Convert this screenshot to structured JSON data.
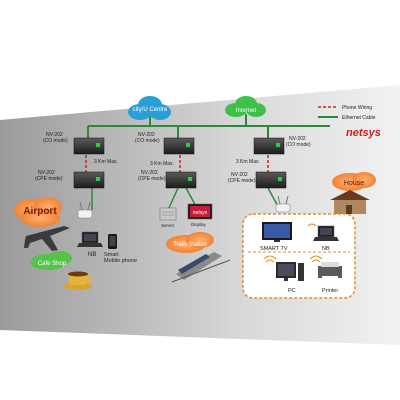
{
  "clouds": {
    "cityu": "city/U Centre",
    "internet": "Internet",
    "airport": "Airport",
    "cafe": "Cafe Shop",
    "train": "Train Station",
    "house": "House"
  },
  "legend": {
    "phone": "Phone Wiring",
    "ethernet": "Ethernet Cable",
    "phone_color": "#cc2222",
    "ethernet_color": "#2a8a3a"
  },
  "brand": "netsys",
  "devices": {
    "co_left": {
      "model": "NV-202",
      "mode": "(CO mode)"
    },
    "co_mid": {
      "model": "NV-202",
      "mode": "(CO mode)"
    },
    "co_right": {
      "model": "NV-202",
      "mode": "(CO mode)"
    },
    "cpe_left": {
      "model": "NV-202",
      "mode": "(CPE mode)"
    },
    "cpe_mid": {
      "model": "NV-202",
      "mode": "(CPE mode)"
    },
    "cpe_right": {
      "model": "NV-202",
      "mode": "(CPE mode)"
    }
  },
  "distances": {
    "left": "3 Km Max.",
    "mid": "3 Km Max.",
    "right": "3 Km Max."
  },
  "endpoints": {
    "nb_left": "NB",
    "smart_phone": "Smart\nMobile phone",
    "server": "Server",
    "display": "Display",
    "smart_tv": "SMART TV",
    "nb_right": "NB",
    "pc": "PC",
    "printer": "Printer"
  }
}
